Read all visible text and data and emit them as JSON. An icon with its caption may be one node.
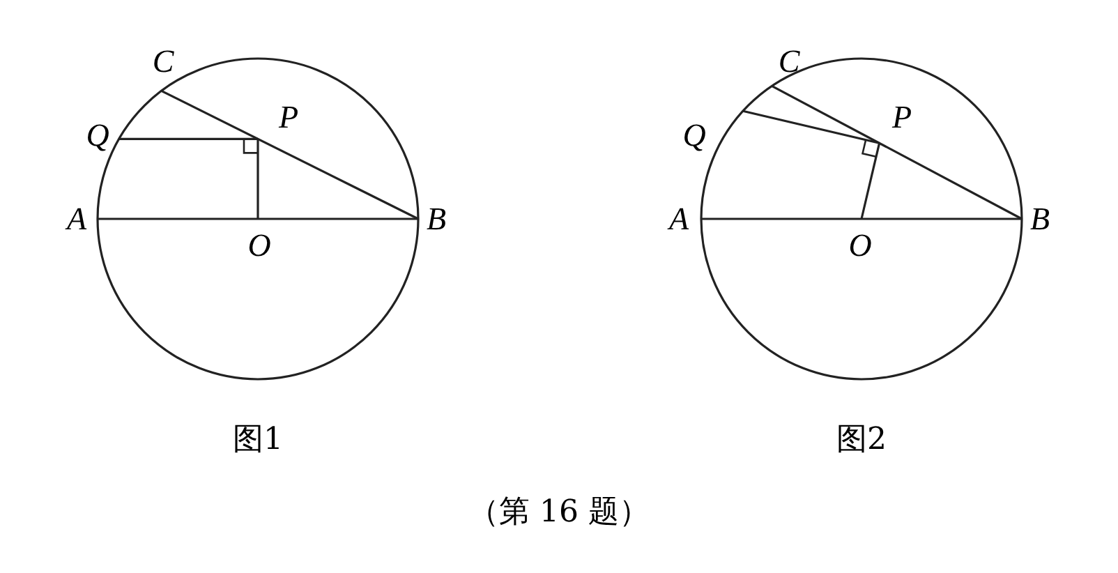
{
  "diagram": {
    "caption": "（第 16 题）",
    "labels": [
      "C",
      "Q",
      "P",
      "A",
      "B",
      "O",
      "图1",
      "C",
      "Q",
      "P",
      "A",
      "B",
      "O",
      "图2"
    ]
  }
}
